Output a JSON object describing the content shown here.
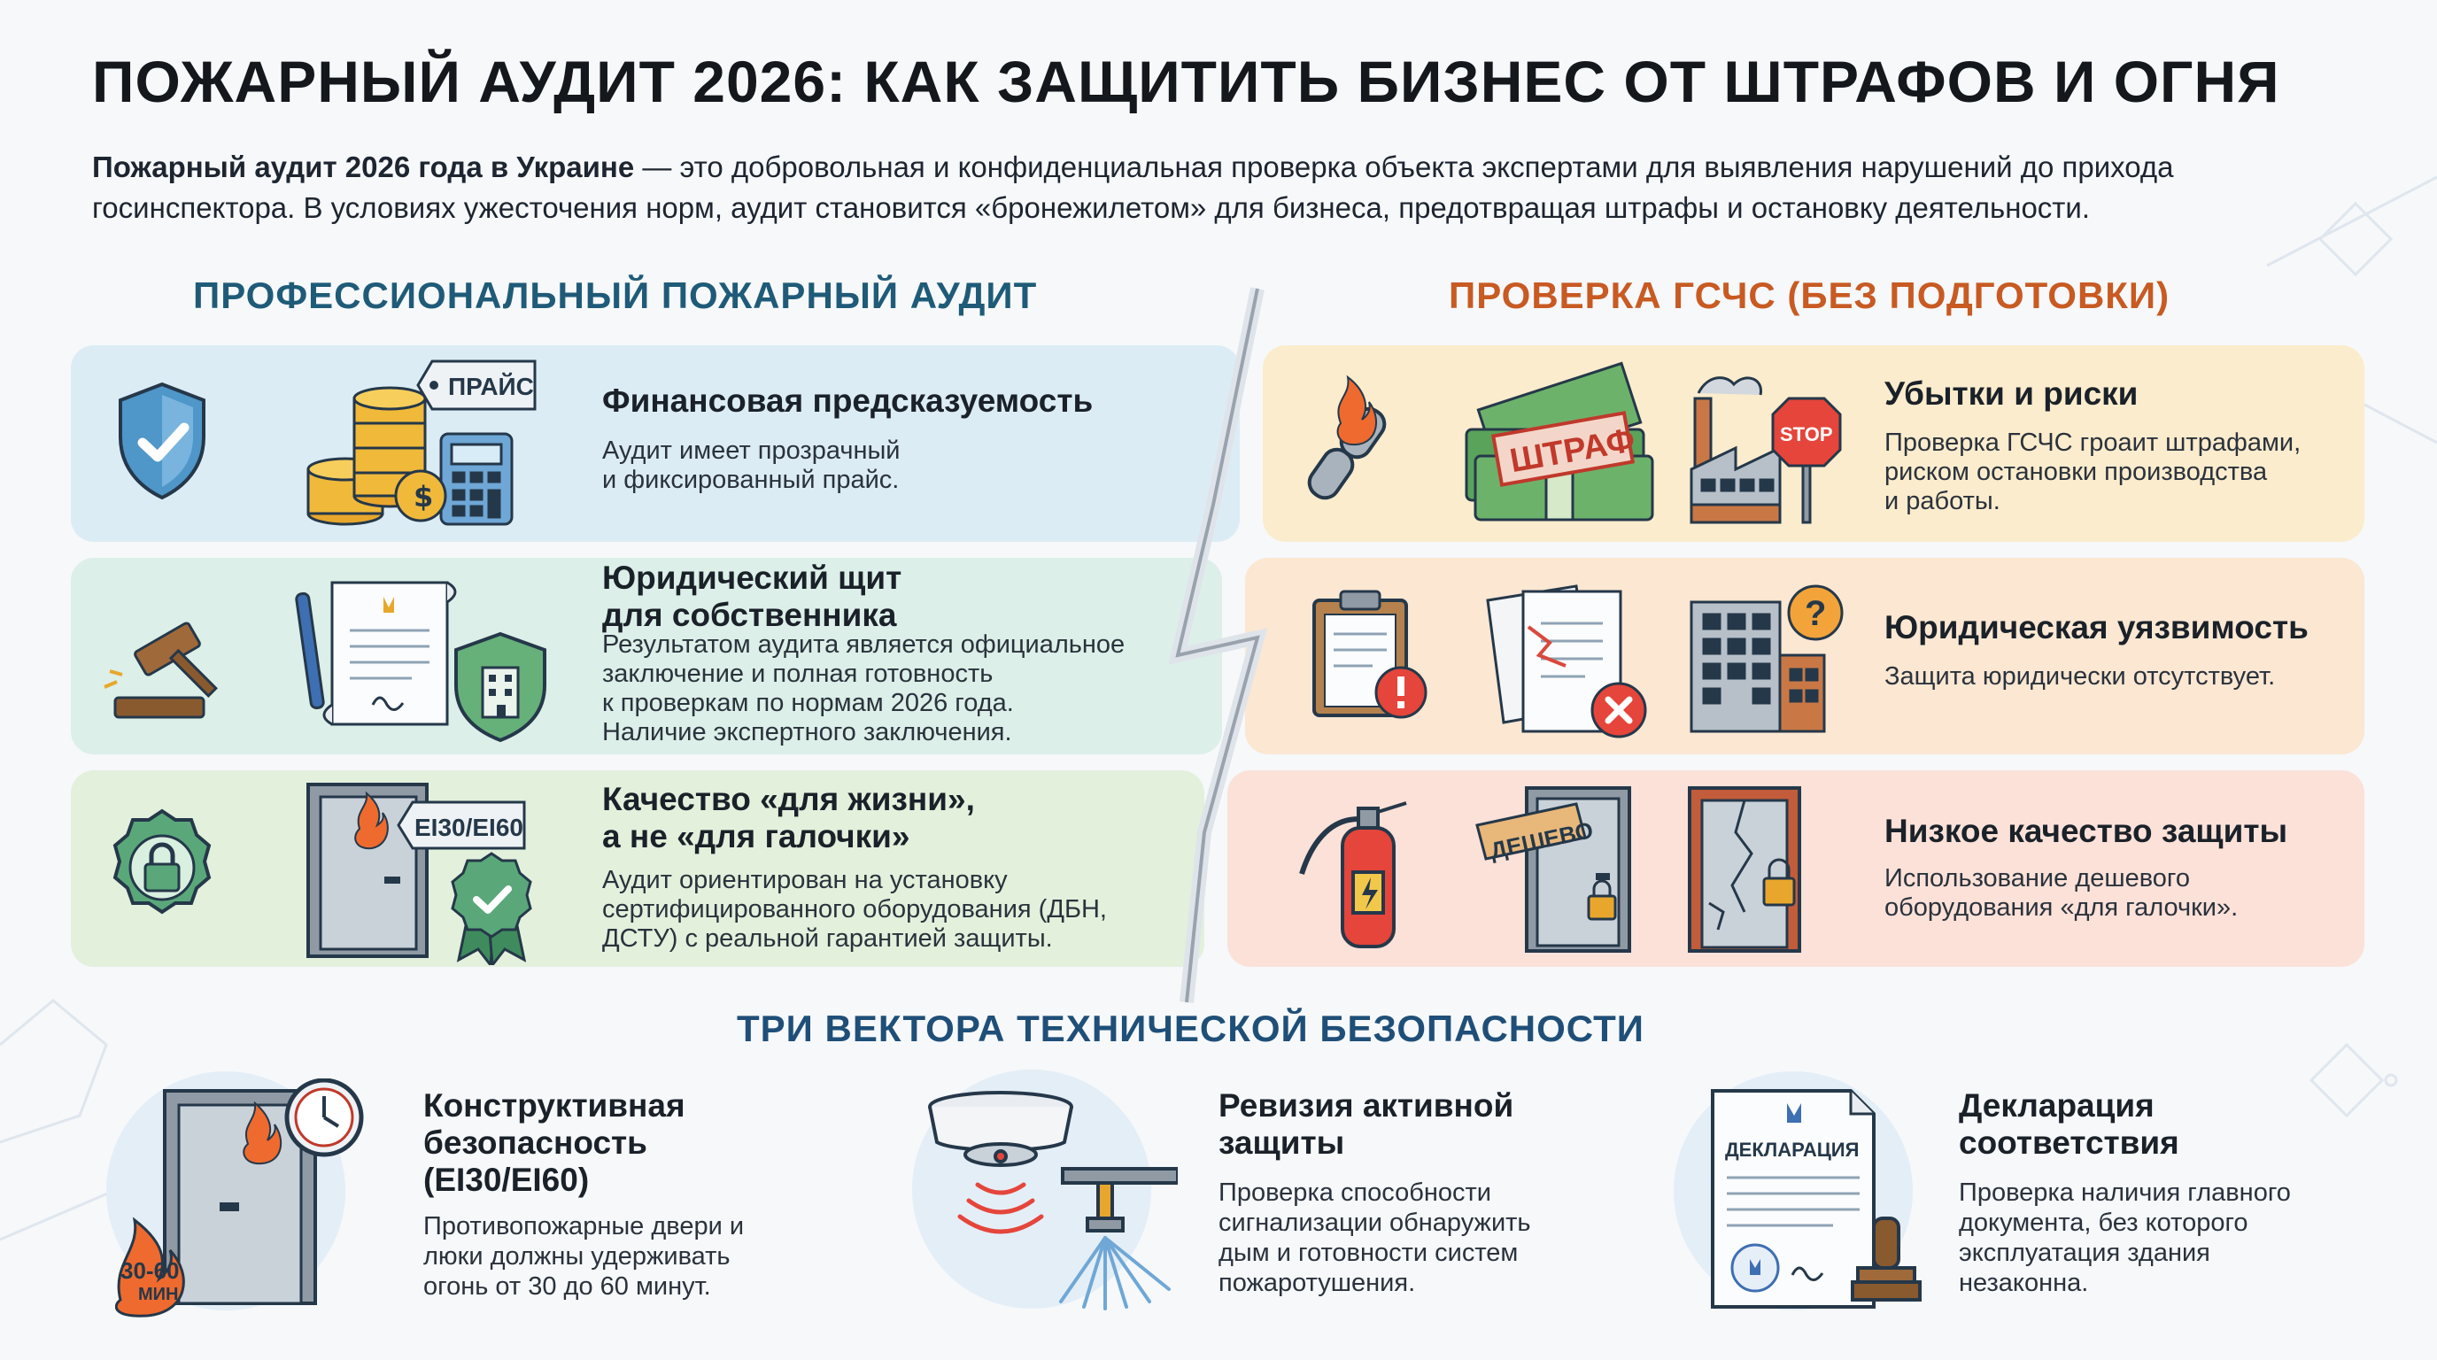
{
  "header": {
    "title": "ПОЖАРНЫЙ АУДИТ 2026: КАК ЗАЩИТИТЬ БИЗНЕС ОТ ШТРАФОВ И ОГНЯ",
    "intro_bold": "Пожарный аудит 2026 года в Украине",
    "intro_rest": " — это добровольная и конфиденциальная проверка объекта экспертами для выявления нарушений до прихода госинспектора. В условиях ужесточения норм, аудит становится «бронежилетом» для бизнеса, предотвращая штрафы и остановку деятельности."
  },
  "left": {
    "heading": "ПРОФЕССИОНАЛЬНЫЙ ПОЖАРНЫЙ АУДИТ",
    "cards": [
      {
        "title": "Финансовая предсказуемость",
        "text": [
          "Аудит имеет прозрачный",
          "и фиксированный прайс."
        ],
        "tag": "ПРАЙС",
        "icons": [
          "shield-check-icon",
          "coins-icon",
          "calculator-icon",
          "price-tag-icon"
        ]
      },
      {
        "title": [
          "Юридический щит",
          "для собственника"
        ],
        "text": [
          "Результатом аудита является официальное",
          "заключение и полная готовность",
          "к проверкам по нормам 2026 года.",
          "Наличие экспертного заключения."
        ],
        "icons": [
          "gavel-icon",
          "document-pen-icon",
          "building-shield-icon"
        ]
      },
      {
        "title": [
          "Качество «для жизни»,",
          "а не «для галочки»"
        ],
        "text": [
          "Аудит ориентирован на установку",
          "сертифицированного оборудования (ДБН,",
          "ДСТУ) с реальной гарантией защиты."
        ],
        "tag": "EI30/EI60",
        "icons": [
          "lock-badge-icon",
          "fire-door-icon",
          "certified-badge-icon"
        ]
      }
    ]
  },
  "right": {
    "heading": "ПРОВЕРКА ГСЧС (БЕЗ ПОДГОТОВКИ)",
    "cards": [
      {
        "title": "Убытки и риски",
        "text": [
          "Проверка ГСЧС гроаит штрафами,",
          "риском остановки производства",
          "и работы."
        ],
        "stamp": "ШТРАФ",
        "stop": "STOP",
        "icons": [
          "burning-chain-icon",
          "money-fine-icon",
          "factory-stop-icon"
        ]
      },
      {
        "title": "Юридическая уязвимость",
        "text": [
          "Защита юридически отсутствует."
        ],
        "icons": [
          "clipboard-warning-icon",
          "torn-document-icon",
          "building-question-icon"
        ]
      },
      {
        "title": "Низкое качество защиты",
        "text": [
          "Использование дешевого",
          "оборудования «для галочки»."
        ],
        "tag": "ДЕШЕВО",
        "icons": [
          "fire-extinguisher-icon",
          "cheap-door-icon",
          "cracked-door-icon"
        ]
      }
    ]
  },
  "vectors": {
    "heading": "ТРИ ВЕКТОРА ТЕХНИЧЕСКОЙ БЕЗОПАСНОСТИ",
    "items": [
      {
        "title": [
          "Конструктивная",
          "безопасность",
          "(EI30/EI60)"
        ],
        "text": [
          "Противопожарные двери и",
          "люки должны удерживать",
          "огонь от 30 до 60 минут."
        ],
        "badge_top": "30-60",
        "badge_bottom": "МИН",
        "icons": [
          "fire-door-clock-icon"
        ]
      },
      {
        "title": [
          "Ревизия активной",
          "защиты"
        ],
        "text": [
          "Проверка способности",
          "сигнализации обнаружить",
          "дым и готовности систем",
          "пожаротушения."
        ],
        "icons": [
          "smoke-detector-icon",
          "sprinkler-icon"
        ]
      },
      {
        "title": [
          "Декларация",
          "соответствия"
        ],
        "text": [
          "Проверка наличия главного",
          "документа, без которого",
          "эксплуатация здания",
          "незаконна."
        ],
        "doc_label": "ДЕКЛАРАЦИЯ",
        "icons": [
          "declaration-document-icon",
          "stamp-icon"
        ]
      }
    ]
  },
  "colors": {
    "left_heading": "#1f5b78",
    "right_heading": "#c85a22",
    "card_blue": "#dcecf5",
    "card_mint": "#dcefe8",
    "card_green": "#e3f0dc",
    "card_yellow": "#fbeccd",
    "card_orange": "#fbe7d2",
    "card_pink": "#fbe1d8"
  }
}
